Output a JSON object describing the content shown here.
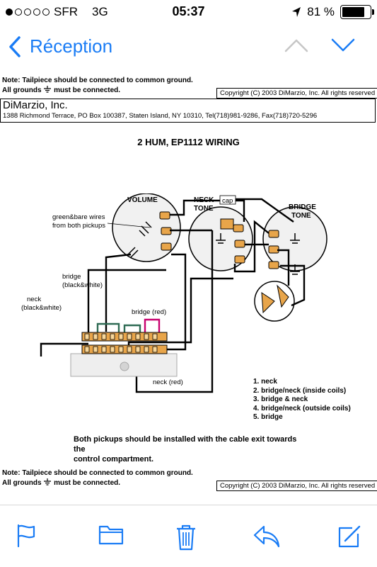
{
  "status_bar": {
    "carrier": "SFR",
    "network": "3G",
    "time": "05:37",
    "battery": "81 %",
    "battery_level": 0.81,
    "signal_dots_filled": 1
  },
  "nav": {
    "back_label": "Réception",
    "accent_color": "#1a7cf5"
  },
  "document": {
    "note_line1": "Note: Tailpiece should be connected to common ground.",
    "note_line2_before": "All grounds",
    "note_line2_after": "must be connected.",
    "copyright": "Copyright (C) 2003 DiMarzio, Inc. All rights reserved",
    "company_name": "DiMarzio, Inc.",
    "company_address": "1388 Richmond Terrace, PO Box 100387, Staten Island, NY 10310, Tel(718)981-9286, Fax(718)720-5296",
    "title": "2 HUM, EP1112 WIRING",
    "labels": {
      "volume": "VOLUME",
      "neck_tone_1": "NECK",
      "neck_tone_2": "TONE",
      "cap": "cap",
      "bridge_tone_1": "BRIDGE",
      "bridge_tone_2": "TONE",
      "ground_wires_1": "green&bare wires",
      "ground_wires_2": "from both pickups",
      "bridge_wire_1": "bridge",
      "bridge_wire_2": "(black&white)",
      "neck_wire_1": "neck",
      "neck_wire_2": "(black&white)",
      "bridge_red": "bridge (red)",
      "neck_red": "neck (red)"
    },
    "legend": [
      "1. neck",
      "2. bridge/neck (inside coils)",
      "3. bridge & neck",
      "4. bridge/neck (outside coils)",
      "5. bridge"
    ],
    "footnote_line1": "Both pickups should be installed with the cable exit towards the",
    "footnote_line2": "control compartment."
  },
  "toolbar": {
    "icons": [
      "flag-icon",
      "folder-icon",
      "trash-icon",
      "reply-icon",
      "compose-icon"
    ]
  }
}
